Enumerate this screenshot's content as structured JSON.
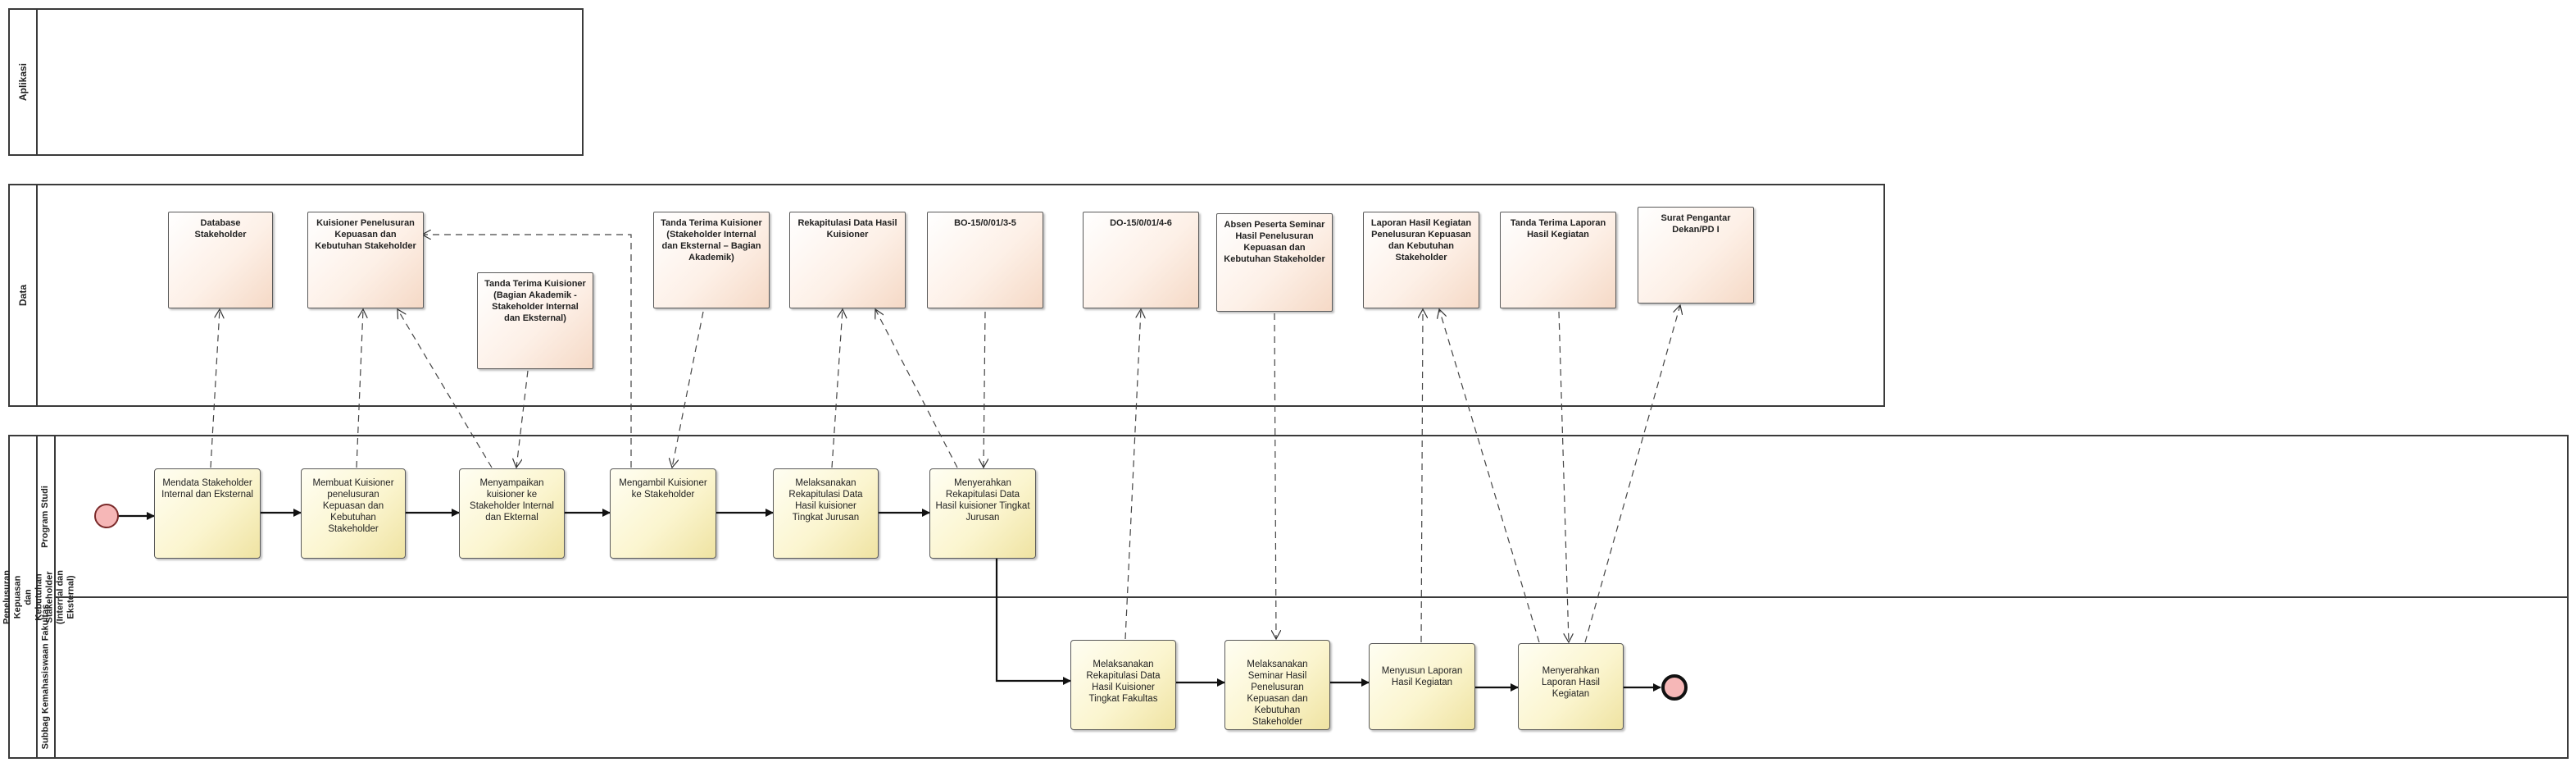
{
  "pools": {
    "aplikasi": {
      "label": "Aplikasi"
    },
    "data": {
      "label": "Data"
    },
    "process": {
      "label": "Pos Melaksanakan Studi Penelusuran Kepuasan dan Kebutuhan Stakeholder (Internal dan Eksternal)",
      "lanes": [
        {
          "label": "Program Studi"
        },
        {
          "label": "Subbag Kemahasiswaan Fakultas"
        }
      ]
    }
  },
  "documents": [
    {
      "id": "d1",
      "label": "Database Stakeholder"
    },
    {
      "id": "d2",
      "label": "Kuisioner Penelusuran Kepuasan dan Kebutuhan Stakeholder"
    },
    {
      "id": "d3",
      "label": "Tanda Terima Kuisioner (Bagian Akademik - Stakeholder Internal dan Eksternal)"
    },
    {
      "id": "d4",
      "label": "Tanda Terima Kuisioner (Stakeholder Internal dan Eksternal – Bagian Akademik)"
    },
    {
      "id": "d5",
      "label": "Rekapitulasi Data Hasil Kuisioner"
    },
    {
      "id": "d6",
      "label": "BO-15/0/01/3-5"
    },
    {
      "id": "d7",
      "label": "DO-15/0/01/4-6"
    },
    {
      "id": "d8",
      "label": "Absen Peserta Seminar Hasil Penelusuran Kepuasan dan Kebutuhan Stakeholder"
    },
    {
      "id": "d9",
      "label": "Laporan Hasil Kegiatan Penelusuran Kepuasan dan Kebutuhan Stakeholder"
    },
    {
      "id": "d10",
      "label": "Tanda Terima Laporan Hasil Kegiatan"
    },
    {
      "id": "d11",
      "label": "Surat Pengantar Dekan/PD I"
    }
  ],
  "tasks": [
    {
      "id": "t1",
      "label": "Mendata Stakeholder Internal dan Eksternal"
    },
    {
      "id": "t2",
      "label": "Membuat Kuisioner penelusuran Kepuasan dan Kebutuhan Stakeholder"
    },
    {
      "id": "t3",
      "label": "Menyampaikan kuisioner ke Stakeholder Internal dan Ekternal"
    },
    {
      "id": "t4",
      "label": "Mengambil Kuisioner ke Stakeholder"
    },
    {
      "id": "t5",
      "label": "Melaksanakan Rekapitulasi Data Hasil kuisioner Tingkat Jurusan"
    },
    {
      "id": "t6",
      "label": "Menyerahkan Rekapitulasi Data Hasil kuisioner Tingkat Jurusan"
    },
    {
      "id": "t7",
      "label": "Melaksanakan Rekapitulasi Data Hasil Kuisioner Tingkat Fakultas"
    },
    {
      "id": "t8",
      "label": "Melaksanakan Seminar Hasil Penelusuran Kepuasan dan Kebutuhan Stakeholder"
    },
    {
      "id": "t9",
      "label": "Menyusun Laporan Hasil Kegiatan"
    },
    {
      "id": "t10",
      "label": "Menyerahkan Laporan Hasil Kegiatan"
    }
  ],
  "colors": {
    "event_fill": "#f6b7b7",
    "event_border": "#7a2a2a",
    "task_fill": "#fbf5cf",
    "doc_fill": "#fdf0e7"
  }
}
